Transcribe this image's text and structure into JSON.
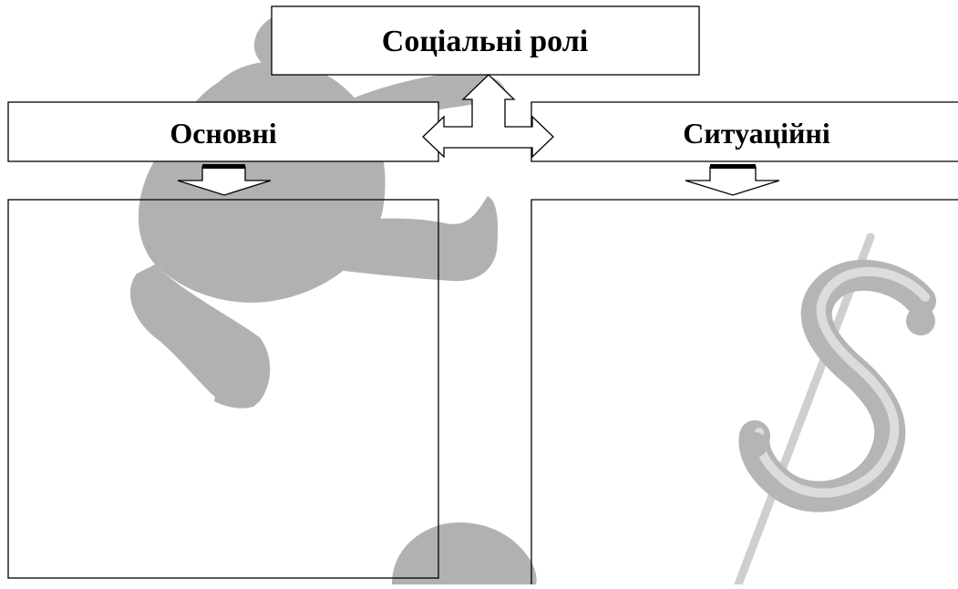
{
  "diagram": {
    "root": {
      "label": "Соціальні ролі"
    },
    "left_branch": {
      "label": "Основні",
      "content": ""
    },
    "right_branch": {
      "label": "Ситуаційні",
      "content": ""
    }
  },
  "colors": {
    "line": "#000000",
    "background": "#ffffff",
    "watermark": "#a8a8a8",
    "watermark_light": "#c8c8c8"
  },
  "watermarks": [
    "figure-silhouette",
    "dollar-sign-symbol"
  ]
}
